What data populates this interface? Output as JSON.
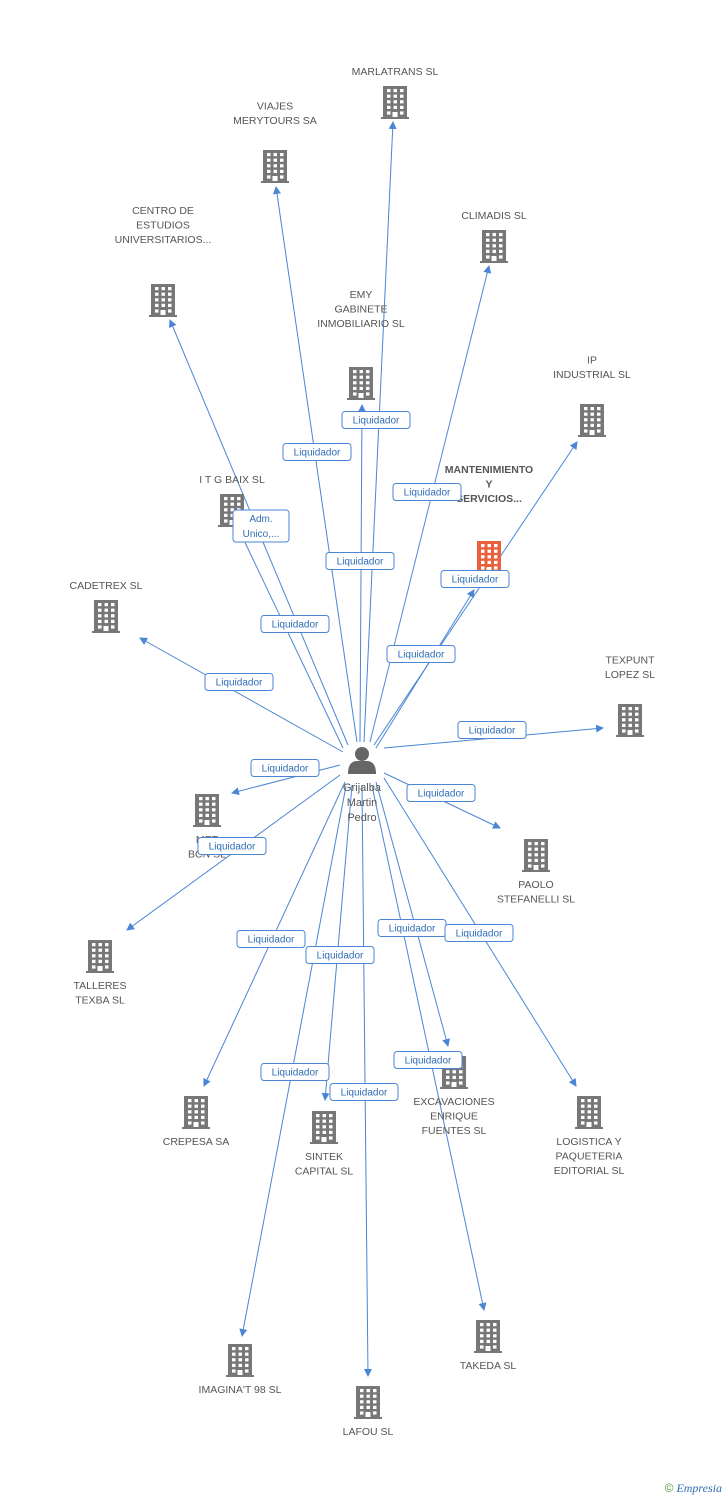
{
  "center": {
    "name_lines": [
      "Grijalba",
      "Martin",
      "Pedro"
    ],
    "icon": "person-icon",
    "color": "#666666"
  },
  "companies": [
    {
      "id": "marlatrans",
      "lines": [
        "MARLATRANS SL"
      ],
      "icon": "building-icon",
      "color": "#777777"
    },
    {
      "id": "viajes",
      "lines": [
        "VIAJES",
        "MERYTOURS SA"
      ],
      "icon": "building-icon",
      "color": "#777777"
    },
    {
      "id": "climadis",
      "lines": [
        "CLIMADIS SL"
      ],
      "icon": "building-icon",
      "color": "#777777"
    },
    {
      "id": "centro",
      "lines": [
        "CENTRO DE",
        "ESTUDIOS",
        "UNIVERSITARIOS..."
      ],
      "icon": "building-icon",
      "color": "#777777"
    },
    {
      "id": "emy",
      "lines": [
        "EMY",
        "GABINETE",
        "INMOBILIARIO SL"
      ],
      "icon": "building-icon",
      "color": "#777777"
    },
    {
      "id": "ip",
      "lines": [
        "IP",
        "INDUSTRIAL SL"
      ],
      "icon": "building-icon",
      "color": "#777777"
    },
    {
      "id": "mantenimiento",
      "lines": [
        "MANTENIMIENTO",
        "Y",
        "SERVICIOS..."
      ],
      "icon": "building-icon",
      "color": "#e8603c"
    },
    {
      "id": "itg",
      "lines": [
        "I T G BAIX SL"
      ],
      "icon": "building-icon",
      "color": "#777777"
    },
    {
      "id": "cadetrex",
      "lines": [
        "CADETREX SL"
      ],
      "icon": "building-icon",
      "color": "#777777"
    },
    {
      "id": "texpunt",
      "lines": [
        "TEXPUNT",
        "LOPEZ SL"
      ],
      "icon": "building-icon",
      "color": "#777777"
    },
    {
      "id": "met",
      "lines": [
        "MET",
        "BCN SL"
      ],
      "icon": "building-icon",
      "color": "#777777"
    },
    {
      "id": "paolo",
      "lines": [
        "PAOLO",
        "STEFANELLI SL"
      ],
      "icon": "building-icon",
      "color": "#777777"
    },
    {
      "id": "talleres",
      "lines": [
        "TALLERES",
        "TEXBA SL"
      ],
      "icon": "building-icon",
      "color": "#777777"
    },
    {
      "id": "crepesa",
      "lines": [
        "CREPESA SA"
      ],
      "icon": "building-icon",
      "color": "#777777"
    },
    {
      "id": "sintek",
      "lines": [
        "SINTEK",
        "CAPITAL SL"
      ],
      "icon": "building-icon",
      "color": "#777777"
    },
    {
      "id": "excavaciones",
      "lines": [
        "EXCAVACIONES",
        "ENRIQUE",
        "FUENTES SL"
      ],
      "icon": "building-icon",
      "color": "#777777"
    },
    {
      "id": "logistica",
      "lines": [
        "LOGISTICA Y",
        "PAQUETERIA",
        "EDITORIAL SL"
      ],
      "icon": "building-icon",
      "color": "#777777"
    },
    {
      "id": "imagina",
      "lines": [
        "IMAGINA'T 98 SL"
      ],
      "icon": "building-icon",
      "color": "#777777"
    },
    {
      "id": "lafou",
      "lines": [
        "LAFOU SL"
      ],
      "icon": "building-icon",
      "color": "#777777"
    },
    {
      "id": "takeda",
      "lines": [
        "TAKEDA SL"
      ],
      "icon": "building-icon",
      "color": "#777777"
    }
  ],
  "relations": [
    {
      "target": "marlatrans",
      "label": [
        "Liquidador"
      ]
    },
    {
      "target": "viajes",
      "label": [
        "Liquidador"
      ]
    },
    {
      "target": "climadis",
      "label": [
        "Liquidador"
      ]
    },
    {
      "target": "centro",
      "label": [
        "Liquidador"
      ]
    },
    {
      "target": "emy",
      "label": [
        "Liquidador"
      ]
    },
    {
      "target": "ip",
      "label": [
        "Liquidador"
      ]
    },
    {
      "target": "mantenimiento",
      "label": [
        "Liquidador"
      ]
    },
    {
      "target": "itg",
      "label": [
        "Adm.",
        "Unico,..."
      ]
    },
    {
      "target": "cadetrex",
      "label": [
        "Liquidador"
      ]
    },
    {
      "target": "texpunt",
      "label": [
        "Liquidador"
      ]
    },
    {
      "target": "met",
      "label": [
        "Liquidador"
      ]
    },
    {
      "target": "paolo",
      "label": [
        "Liquidador"
      ]
    },
    {
      "target": "talleres",
      "label": [
        "Liquidador"
      ]
    },
    {
      "target": "crepesa",
      "label": [
        "Liquidador"
      ]
    },
    {
      "target": "sintek",
      "label": [
        "Liquidador"
      ]
    },
    {
      "target": "excavaciones",
      "label": [
        "Liquidador"
      ]
    },
    {
      "target": "logistica",
      "label": [
        "Liquidador"
      ]
    },
    {
      "target": "imagina",
      "label": [
        "Liquidador"
      ]
    },
    {
      "target": "lafou",
      "label": [
        "Liquidador"
      ]
    },
    {
      "target": "takeda",
      "label": [
        "Liquidador"
      ]
    }
  ],
  "footer": {
    "copyright": "©",
    "brand": "Empresia"
  },
  "colors": {
    "edge": "#4a86d4",
    "building": "#777777",
    "highlight": "#e8603c"
  }
}
